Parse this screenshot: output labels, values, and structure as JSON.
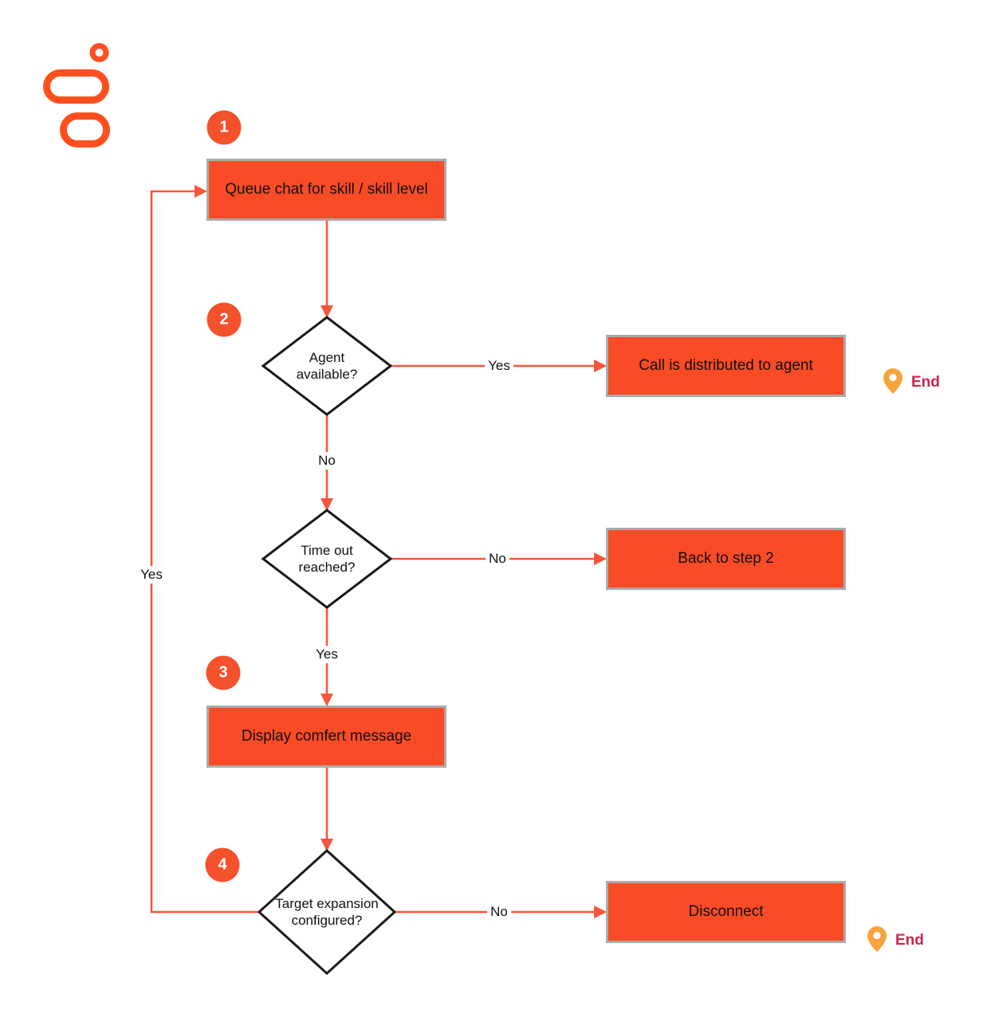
{
  "brand": {
    "logo_icon": "genesys-logo",
    "logo_color": "#ff4f1f"
  },
  "colors": {
    "node_fill": "#fa4b27",
    "node_border": "#ababab",
    "badge_fill": "#f4512c",
    "connector": "#f9553a",
    "diamond_stroke": "#1a1a1a",
    "end_text": "#c9254c",
    "pin_fill": "#f9a33c",
    "background": "#ffffff"
  },
  "nodes": {
    "queue": {
      "step": "1",
      "label": "Queue chat for skill / skill level"
    },
    "agent_available": {
      "step": "2",
      "label": "Agent available?"
    },
    "call_distributed": {
      "label": "Call is distributed to agent"
    },
    "timeout_reached": {
      "label": "Time out reached?"
    },
    "back_to_step_2": {
      "label": "Back to step 2"
    },
    "comfort_message": {
      "step": "3",
      "label": "Display comfert message"
    },
    "target_expansion": {
      "step": "4",
      "label": "Target expansion configured?"
    },
    "disconnect": {
      "label": "Disconnect"
    }
  },
  "edge_labels": {
    "agent_yes": "Yes",
    "agent_no": "No",
    "timeout_no": "No",
    "timeout_yes": "Yes",
    "target_no": "No",
    "target_yes": "Yes"
  },
  "ends": {
    "after_distribution": "End",
    "after_disconnect": "End"
  }
}
